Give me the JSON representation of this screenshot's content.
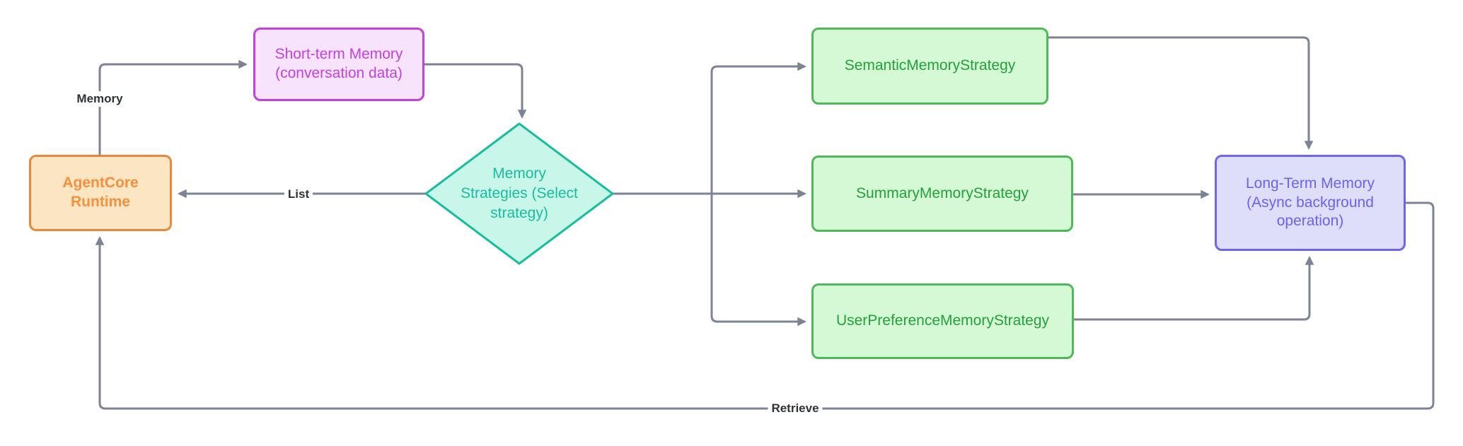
{
  "diagram": {
    "nodes": {
      "agentcore": {
        "label": "AgentCore Runtime"
      },
      "short_term": {
        "label": "Short-term Memory (conversation data)"
      },
      "strategies": {
        "label": "Memory Strategies (Select strategy)"
      },
      "semantic": {
        "label": "SemanticMemoryStrategy"
      },
      "summary": {
        "label": "SummaryMemoryStrategy"
      },
      "user_preference": {
        "label": "UserPreferenceMemoryStrategy"
      },
      "long_term": {
        "label": "Long-Term Memory (Async background operation)"
      }
    },
    "edge_labels": {
      "memory": "Memory",
      "list": "List",
      "retrieve": "Retrieve"
    },
    "colors": {
      "connector": "#7B8494",
      "orange_fill": "#FBE5C2",
      "orange_border": "#E8883A",
      "orange_text": "#F2913F",
      "magenta_fill": "#F7E3FB",
      "magenta_border": "#C341DC",
      "teal_fill": "#C8F6E9",
      "teal_border": "#17BD9D",
      "green_fill": "#D5F8D5",
      "green_border": "#4DB95B",
      "green_text": "#23A13A",
      "violet_fill": "#DEDEFB",
      "violet_border": "#6F64EE",
      "violet_text": "#6B63F0",
      "edge_label_text": "#2E3338"
    }
  }
}
